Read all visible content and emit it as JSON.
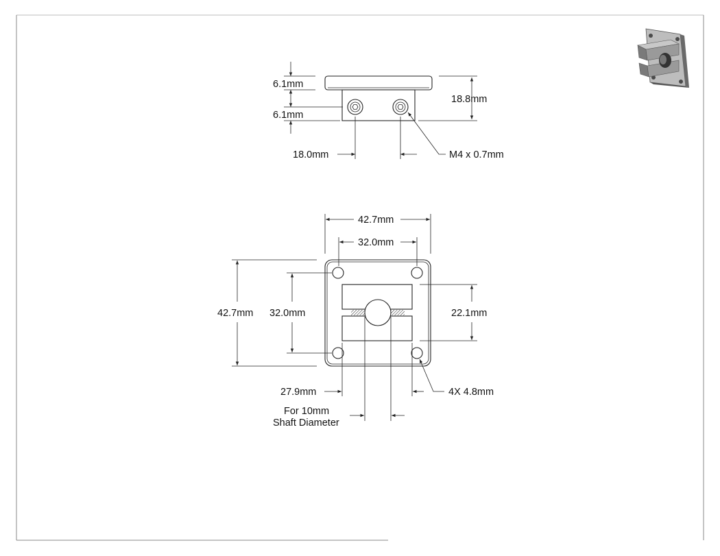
{
  "front_view": {
    "flange_thickness": "6.1mm",
    "screw_offset": "6.1mm",
    "total_height": "18.8mm",
    "screw_spacing": "18.0mm",
    "screw_thread": "M4 x 0.7mm"
  },
  "top_view": {
    "overall_width": "42.7mm",
    "hole_spacing_x": "32.0mm",
    "overall_height": "42.7mm",
    "hole_spacing_y": "32.0mm",
    "clamp_height": "22.1mm",
    "clamp_width": "27.9mm",
    "hole_callout": "4X 4.8mm",
    "shaft_note_line1": "For 10mm",
    "shaft_note_line2": "Shaft Diameter"
  },
  "thumbnail": {
    "icon": "shaft-clamp-3d-icon",
    "colors": {
      "body": "#8a8a8a",
      "dark": "#4a4a4a",
      "light": "#bdbdbd"
    }
  }
}
